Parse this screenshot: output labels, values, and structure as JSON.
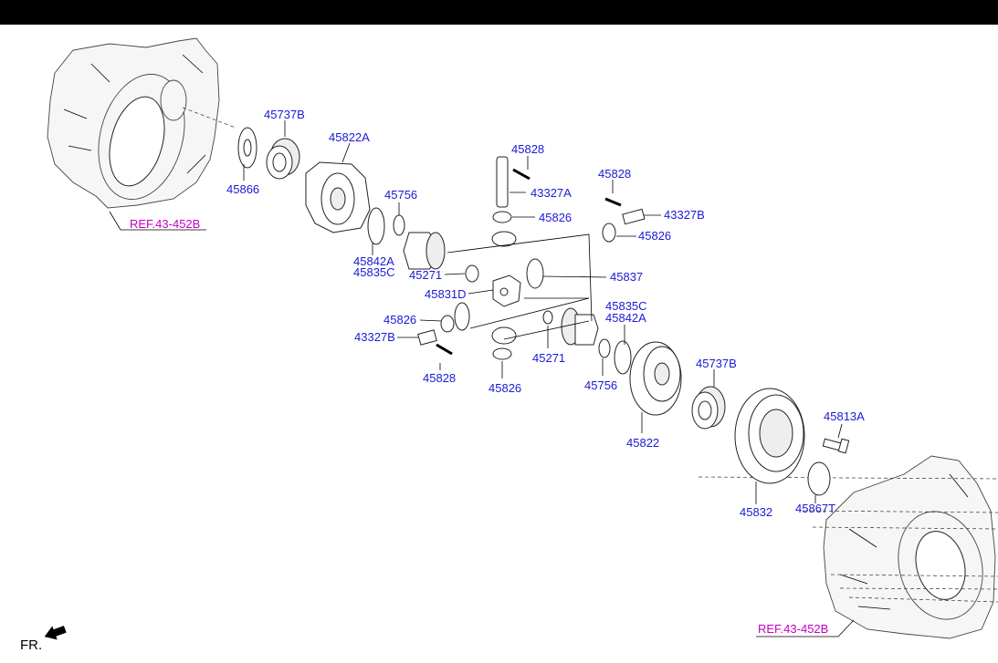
{
  "colors": {
    "header_bar": "#000000",
    "part_label": "#1a1ad6",
    "ref_label": "#c300c3",
    "line": "#000000"
  },
  "labels": {
    "p45737B_top": "45737B",
    "p45866": "45866",
    "p45822A": "45822A",
    "p45756_top": "45756",
    "p45842A_left": "45842A",
    "p45835C_left": "45835C",
    "p45271_left": "45271",
    "p45831D": "45831D",
    "p45826_left": "45826",
    "p43327B_left": "43327B",
    "p45828_left": "45828",
    "p45828_top": "45828",
    "p43327A": "43327A",
    "p45826_top": "45826",
    "p45828_right": "45828",
    "p43327B_right": "43327B",
    "p45826_right": "45826",
    "p45837": "45837",
    "p45835C_right": "45835C",
    "p45842A_right": "45842A",
    "p45271_bottom": "45271",
    "p45826_bottom": "45826",
    "p45756_bottom": "45756",
    "p45737B_bottom": "45737B",
    "p45822": "45822",
    "p45813A": "45813A",
    "p45832": "45832",
    "p45867T": "45867T",
    "ref_top": "REF.43-452B",
    "ref_bottom": "REF.43-452B",
    "fr": "FR."
  },
  "icons": {
    "fr_arrow": "front-direction-arrow-icon"
  }
}
